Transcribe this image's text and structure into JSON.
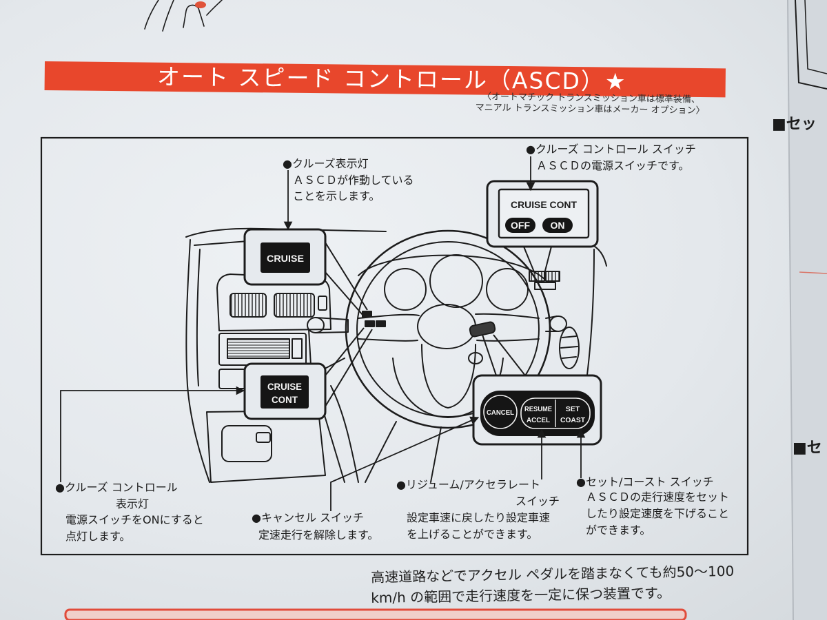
{
  "header": {
    "title": "オート スピード コントロール（ASCD）★",
    "note_line1": "〈オートマチック トランスミッション車は標準装備、",
    "note_line2": "マニアル トランスミッション車はメーカー オプション〉"
  },
  "side_page": {
    "heading1": "■セッ",
    "heading2": "■セ"
  },
  "diagram": {
    "cruise_indicator": {
      "label": "●クルーズ表示灯",
      "desc": [
        "ＡＳＣＤが作動している",
        "ことを示します。"
      ],
      "display": "CRUISE"
    },
    "cruise_switch": {
      "label": "●クルーズ コントロール スイッチ",
      "desc": "ＡＳＣＤの電源スイッチです。",
      "panel_title": "CRUISE CONT",
      "off": "OFF",
      "on": "ON"
    },
    "main_indicator": {
      "label_line1": "●クルーズ コントロール",
      "label_line2": "表示灯",
      "desc": [
        "電源スイッチをONにすると",
        "点灯します。"
      ],
      "display": [
        "CRUISE",
        "CONT"
      ]
    },
    "steering_switches": {
      "cancel": "CANCEL",
      "resume": [
        "RESUME",
        "ACCEL"
      ],
      "set": [
        "SET",
        "COAST"
      ]
    },
    "cancel_switch": {
      "label": "●キャンセル スイッチ",
      "desc": "定速走行を解除します。"
    },
    "resume_switch": {
      "label_line1": "●リジューム/アクセラレート",
      "label_line2": "スイッチ",
      "desc": [
        "設定車速に戻したり設定車速",
        "を上げることができます。"
      ]
    },
    "set_switch": {
      "label": "●セット/コースト スイッチ",
      "desc": [
        "ＡＳＣＤの走行速度をセット",
        "したり設定速度を下げること",
        "ができます。"
      ]
    }
  },
  "body": {
    "line1": "高速道路などでアクセル ペダルを踏まなくても約50～100",
    "line2": "km/h の範囲で走行速度を一定に保つ装置です。"
  },
  "colors": {
    "accent": "#e8472c",
    "paper": "#e4e8ec",
    "ink": "#1c1c1c"
  }
}
